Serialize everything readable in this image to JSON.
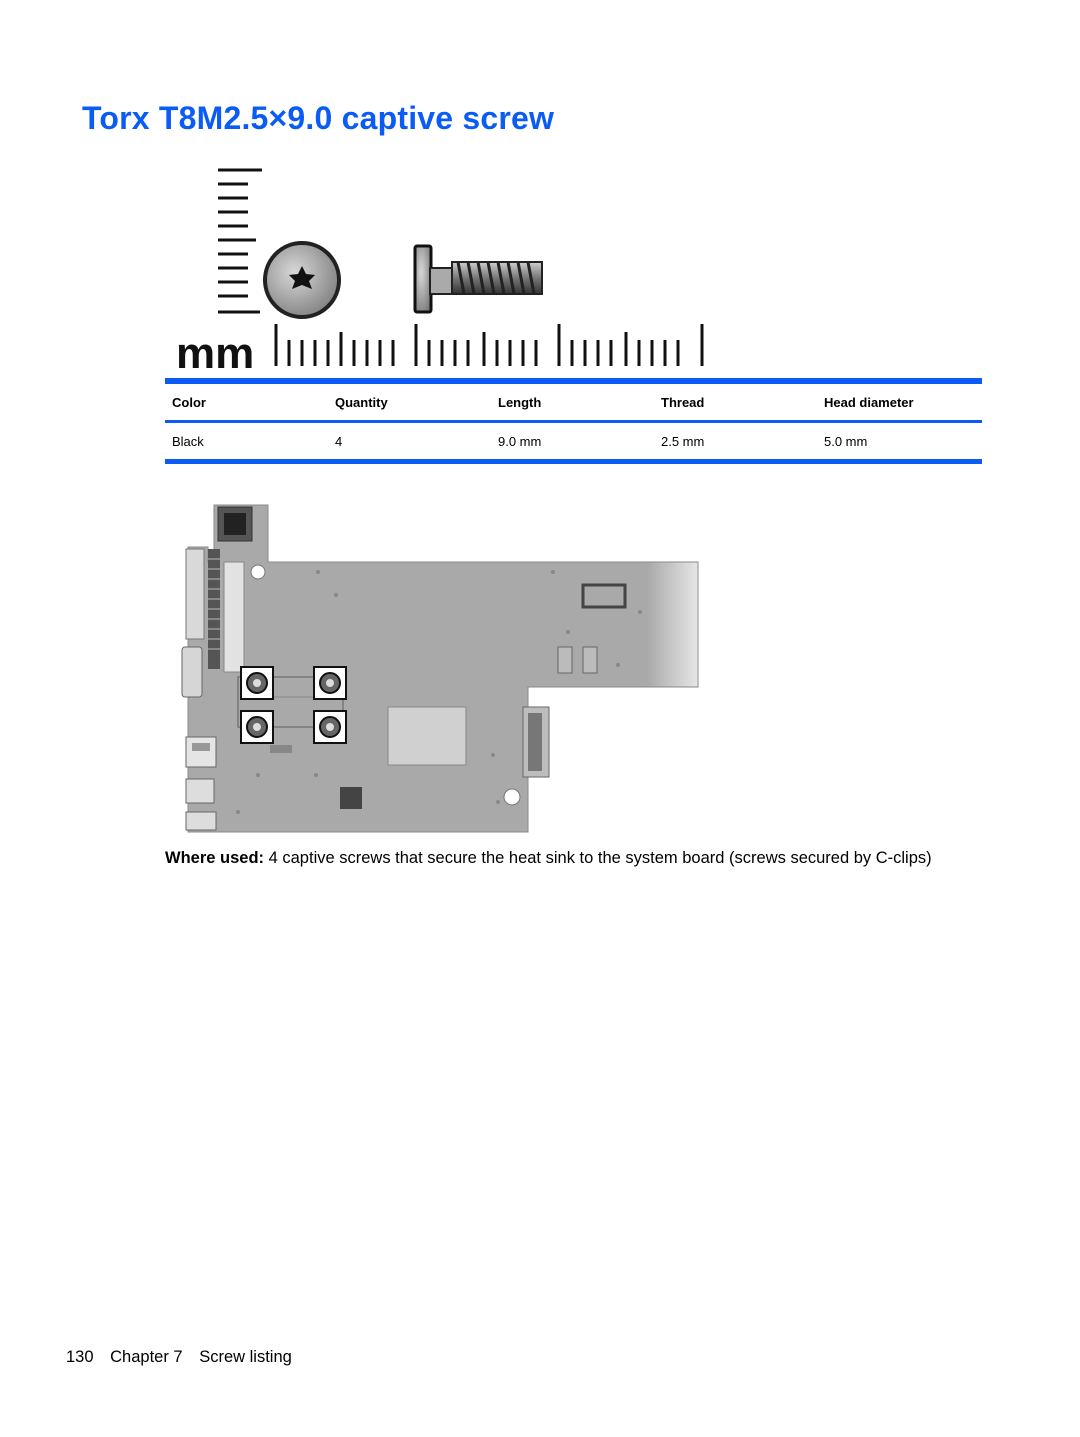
{
  "page": {
    "title": "Torx T8M2.5×9.0 captive screw",
    "accent_color": "#0a5cf5"
  },
  "figure_screw": {
    "unit_label": "mm",
    "icons": [
      "ruler-icon",
      "torx-screw-head-icon",
      "screw-side-icon"
    ]
  },
  "spec_table": {
    "headers": [
      "Color",
      "Quantity",
      "Length",
      "Thread",
      "Head diameter"
    ],
    "rows": [
      [
        "Black",
        "4",
        "9.0 mm",
        "2.5 mm",
        "5.0 mm"
      ]
    ]
  },
  "figure_board": {
    "highlighted_screw_count": 4
  },
  "where_used": {
    "label": "Where used:",
    "text": "4 captive screws that secure the heat sink to the system board (screws secured by C-clips)"
  },
  "footer": {
    "page_number": "130",
    "chapter": "Chapter 7",
    "section": "Screw listing"
  }
}
